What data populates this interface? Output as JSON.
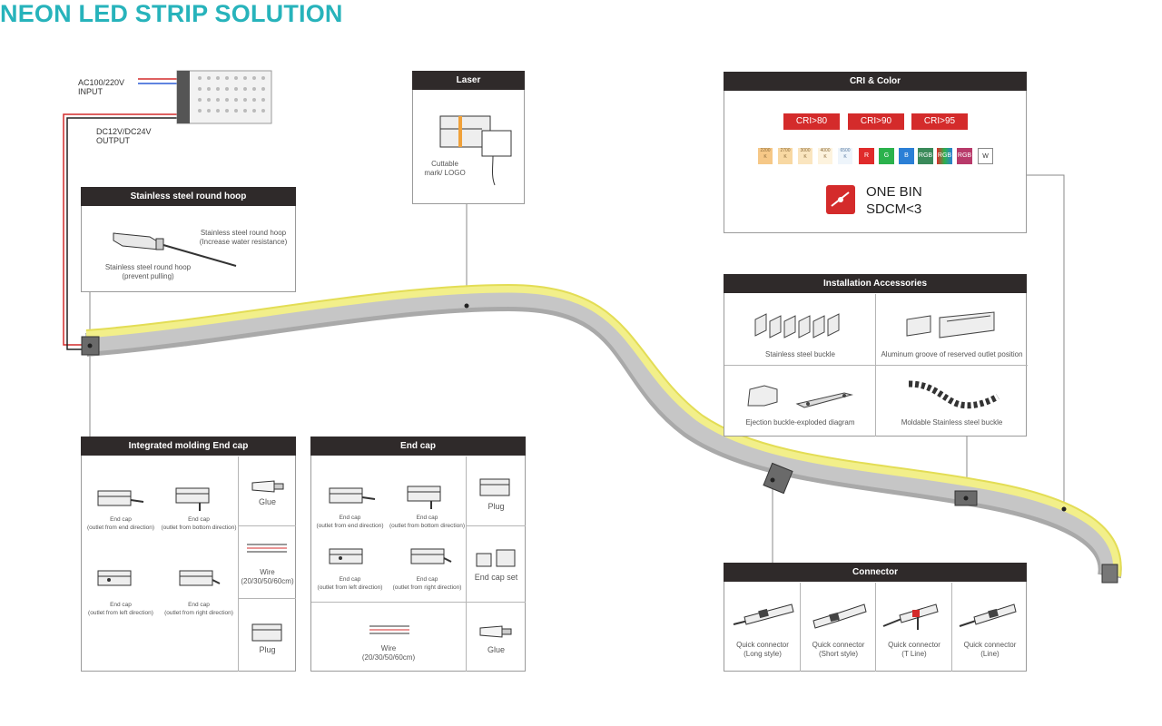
{
  "title": "NEON LED STRIP SOLUTION",
  "psu": {
    "input_line1": "AC100/220V",
    "input_line2": "INPUT",
    "output_line1": "DC12V/DC24V",
    "output_line2": "OUTPUT"
  },
  "laser": {
    "header": "Laser",
    "label_line1": "Cuttable",
    "label_line2": "mark/ LOGO"
  },
  "hoop": {
    "header": "Stainless steel round hoop",
    "right_line1": "Stainless steel round hoop",
    "right_line2": "(Increase water resistance)",
    "left_line1": "Stainless steel round hoop",
    "left_line2": "(prevent pulling)"
  },
  "cri": {
    "header": "CRI & Color",
    "badges": [
      "CRI>80",
      "CRI>90",
      "CRI>95"
    ],
    "temps": [
      {
        "v": "2200",
        "u": "K"
      },
      {
        "v": "2700",
        "u": "K"
      },
      {
        "v": "3000",
        "u": "K"
      },
      {
        "v": "4000",
        "u": "K"
      },
      {
        "v": "6500",
        "u": "K"
      }
    ],
    "colors": [
      {
        "t": "R",
        "c": "#e02b2b"
      },
      {
        "t": "G",
        "c": "#2bb24c"
      },
      {
        "t": "B",
        "c": "#2b7fd6"
      },
      {
        "t": "RGB",
        "c": "#3a8a5a"
      },
      {
        "t": "RGB",
        "c": "#5a5ab8"
      },
      {
        "t": "RGB",
        "c": "#b83a6a"
      },
      {
        "t": "W",
        "c": "#ffffff"
      }
    ],
    "onebin_line1": "ONE BIN",
    "onebin_line2": "SDCM<3"
  },
  "install": {
    "header": "Installation Accessories",
    "items": [
      "Stainless steel buckle",
      "Aluminum groove of reserved outlet position",
      "Ejection buckle-exploded diagram",
      "Moldable Stainless steel buckle"
    ]
  },
  "integrated": {
    "header": "Integrated molding End cap",
    "caps": [
      {
        "l1": "End cap",
        "l2": "(outlet from end direction)"
      },
      {
        "l1": "End cap",
        "l2": "(outlet from bottom direction)"
      },
      {
        "l1": "End cap",
        "l2": "(outlet from left direction)"
      },
      {
        "l1": "End cap",
        "l2": "(outlet from right direction)"
      }
    ],
    "side": {
      "glue": "Glue",
      "wire_l1": "Wire",
      "wire_l2": "(20/30/50/60cm)",
      "plug": "Plug"
    }
  },
  "endcap": {
    "header": "End cap",
    "caps": [
      {
        "l1": "End cap",
        "l2": "(outlet from end direction)"
      },
      {
        "l1": "End cap",
        "l2": "(outlet from bottom direction)"
      },
      {
        "l1": "End cap",
        "l2": "(outlet from left direction)"
      },
      {
        "l1": "End cap",
        "l2": "(outlet from right direction)"
      }
    ],
    "wire_l1": "Wire",
    "wire_l2": "(20/30/50/60cm)",
    "side": {
      "plug": "Plug",
      "set": "End cap set",
      "glue": "Glue"
    }
  },
  "connector": {
    "header": "Connector",
    "items": [
      {
        "l1": "Quick connector",
        "l2": "(Long style)"
      },
      {
        "l1": "Quick connector",
        "l2": "(Short style)"
      },
      {
        "l1": "Quick connector",
        "l2": "(T Line)"
      },
      {
        "l1": "Quick connector",
        "l2": "(Line)"
      }
    ]
  },
  "colors": {
    "accent": "#27b3bb",
    "header_bg": "#2f2a2a",
    "strip_glow": "#f2ef8a",
    "strip_body": "#bdbdbd",
    "badge_red": "#d42b2b"
  }
}
